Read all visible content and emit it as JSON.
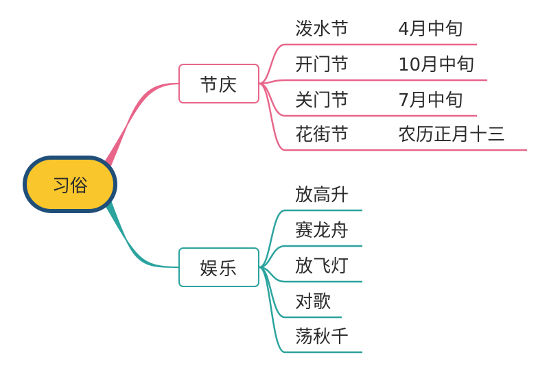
{
  "root": {
    "label": "习俗",
    "color": "#f9c62c",
    "border_color": "#1f4e79"
  },
  "branches": [
    {
      "label": "节庆",
      "color": "#e8658a",
      "children": [
        {
          "name": "泼水节",
          "date": "4月中旬"
        },
        {
          "name": "开门节",
          "date": "10月中旬"
        },
        {
          "name": "关门节",
          "date": "7月中旬"
        },
        {
          "name": "花街节",
          "date": "农历正月十三"
        }
      ]
    },
    {
      "label": "娱乐",
      "color": "#2ba39e",
      "children": [
        {
          "name": "放高升"
        },
        {
          "name": "赛龙舟"
        },
        {
          "name": "放飞灯"
        },
        {
          "name": "对歌"
        },
        {
          "name": "荡秋千"
        }
      ]
    }
  ]
}
